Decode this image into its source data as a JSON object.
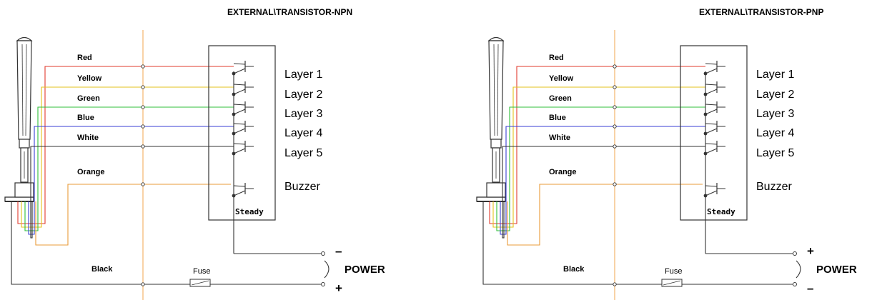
{
  "diagrams": [
    {
      "id": "npn",
      "title": "EXTERNAL\\TRANSISTOR-NPN",
      "wires": [
        {
          "label": "Red",
          "color": "#e23b2e"
        },
        {
          "label": "Yellow",
          "color": "#e3c21b"
        },
        {
          "label": "Green",
          "color": "#2fbf3a"
        },
        {
          "label": "Blue",
          "color": "#3a3fd6"
        },
        {
          "label": "White",
          "color": "#333333"
        },
        {
          "label": "Orange",
          "color": "#e99b3a"
        }
      ],
      "layers": [
        "Layer 1",
        "Layer 2",
        "Layer 3",
        "Layer 4",
        "Layer 5"
      ],
      "buzzer_label": "Buzzer",
      "steady_label": "Steady",
      "ground_label": "Black",
      "fuse_label": "Fuse",
      "power_label": "POWER",
      "top_sign": "–",
      "bottom_sign": "+"
    },
    {
      "id": "pnp",
      "title": "EXTERNAL\\TRANSISTOR-PNP",
      "wires": [
        {
          "label": "Red",
          "color": "#e23b2e"
        },
        {
          "label": "Yellow",
          "color": "#e3c21b"
        },
        {
          "label": "Green",
          "color": "#2fbf3a"
        },
        {
          "label": "Blue",
          "color": "#3a3fd6"
        },
        {
          "label": "White",
          "color": "#333333"
        },
        {
          "label": "Orange",
          "color": "#e99b3a"
        }
      ],
      "layers": [
        "Layer 1",
        "Layer 2",
        "Layer 3",
        "Layer 4",
        "Layer 5"
      ],
      "buzzer_label": "Buzzer",
      "steady_label": "Steady",
      "ground_label": "Black",
      "fuse_label": "Fuse",
      "power_label": "POWER",
      "top_sign": "+",
      "bottom_sign": "–"
    }
  ],
  "colors": {
    "divider": "#f2b36b",
    "line": "#333333",
    "stack_fill": "#ffffff"
  }
}
